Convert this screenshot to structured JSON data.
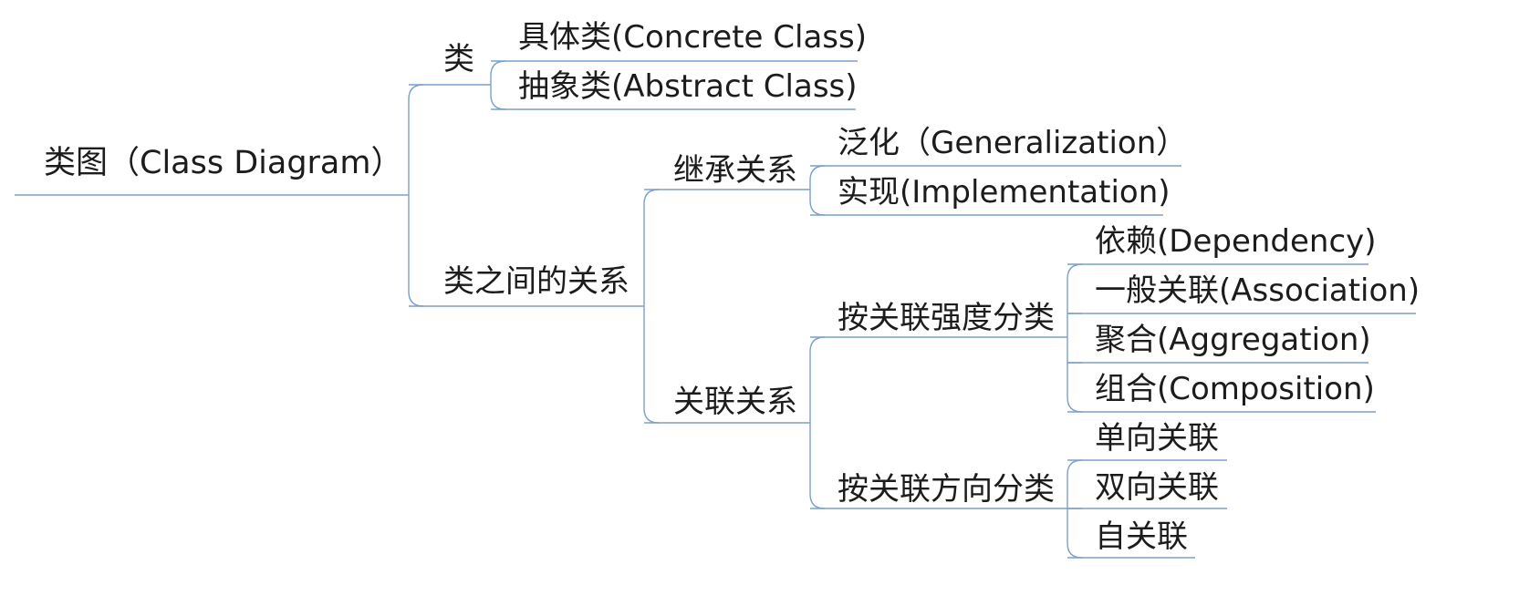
{
  "mindmap": {
    "root": {
      "id": "root",
      "label": "类图（Class Diagram）",
      "children": [
        {
          "id": "class",
          "label": "类",
          "children": [
            {
              "id": "concrete",
              "label": "具体类(Concrete Class)"
            },
            {
              "id": "abstract",
              "label": "抽象类(Abstract Class)"
            }
          ]
        },
        {
          "id": "relations",
          "label": "类之间的关系",
          "children": [
            {
              "id": "inheritance",
              "label": "继承关系",
              "children": [
                {
                  "id": "generalization",
                  "label": "泛化（Generalization）"
                },
                {
                  "id": "implementation",
                  "label": "实现(Implementation)"
                }
              ]
            },
            {
              "id": "association",
              "label": "关联关系",
              "children": [
                {
                  "id": "by-strength",
                  "label": "按关联强度分类",
                  "children": [
                    {
                      "id": "dependency",
                      "label": "依赖(Dependency)"
                    },
                    {
                      "id": "general-association",
                      "label": "一般关联(Association)"
                    },
                    {
                      "id": "aggregation",
                      "label": "聚合(Aggregation)"
                    },
                    {
                      "id": "composition",
                      "label": "组合(Composition)"
                    }
                  ]
                },
                {
                  "id": "by-direction",
                  "label": "按关联方向分类",
                  "children": [
                    {
                      "id": "unidirectional",
                      "label": "单向关联"
                    },
                    {
                      "id": "bidirectional",
                      "label": "双向关联"
                    },
                    {
                      "id": "self-association",
                      "label": "自关联"
                    }
                  ]
                }
              ]
            }
          ]
        }
      ]
    }
  }
}
